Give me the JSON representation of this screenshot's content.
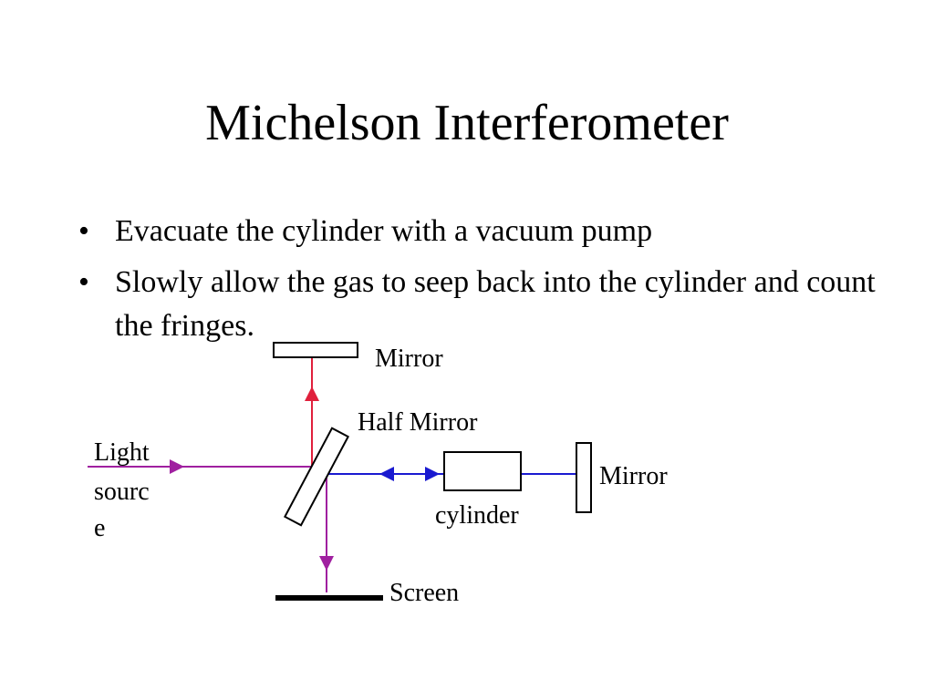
{
  "slide": {
    "title": "Michelson Interferometer",
    "bullets": [
      "Evacuate the cylinder with a vacuum pump",
      "Slowly allow the gas to seep back into the cylinder and count the fringes."
    ],
    "bullet_glyph": "•"
  },
  "diagram": {
    "labels": {
      "top_mirror": "Mirror",
      "half_mirror": "Half Mirror",
      "right_mirror": "Mirror",
      "cylinder": "cylinder",
      "screen": "Screen",
      "light_source_line1": "Light",
      "light_source_line2": "sourc",
      "light_source_line3": "e"
    },
    "colors": {
      "source_beam": "#a020a0",
      "vertical_up_beam": "#e0203c",
      "horizontal_right_beam": "#1a1ad0",
      "vertical_down_beam": "#a020a0",
      "screen": "#000000"
    }
  }
}
